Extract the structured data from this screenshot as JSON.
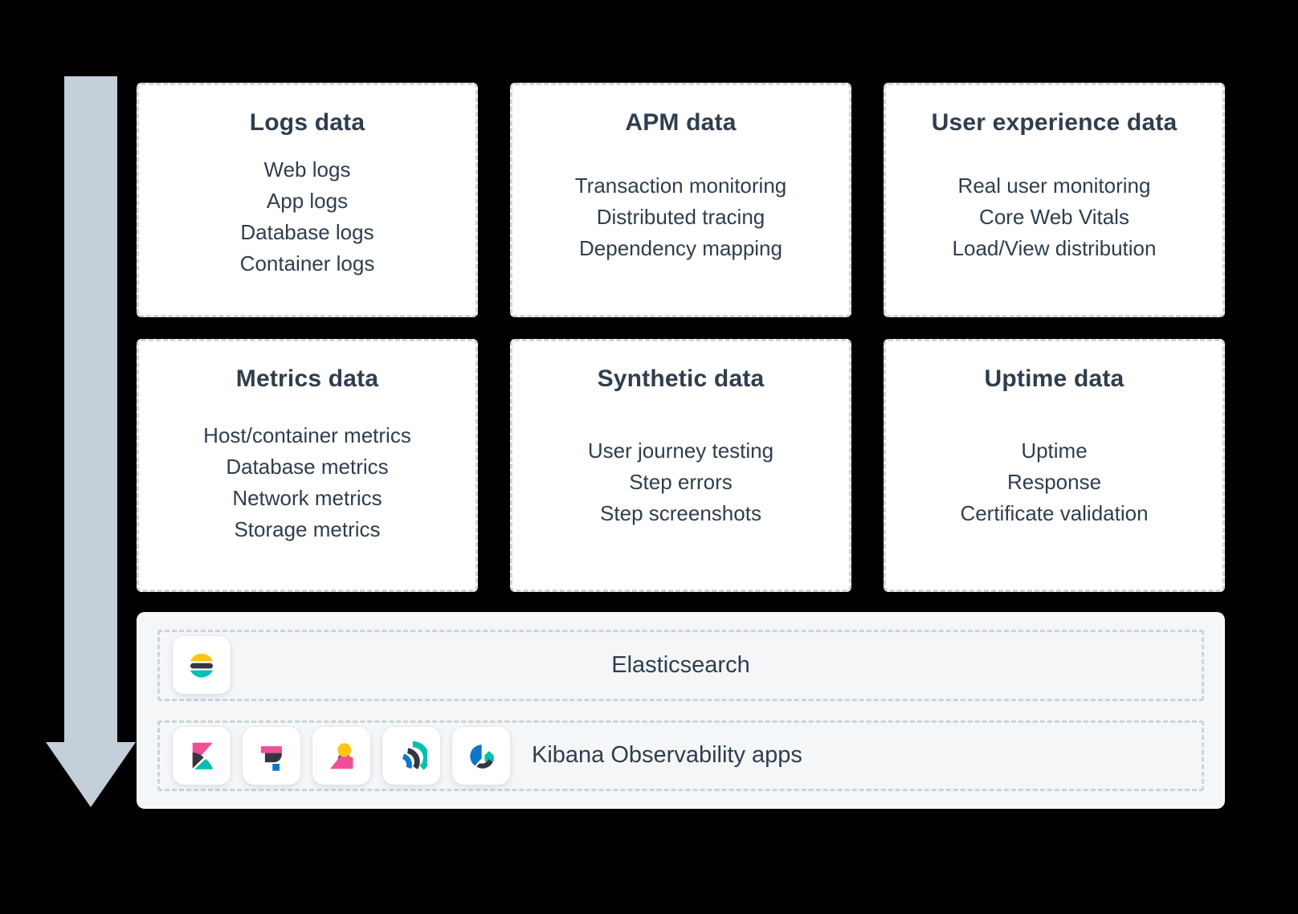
{
  "diagram": {
    "cards": [
      {
        "title": "Logs data",
        "items": [
          "Web logs",
          "App logs",
          "Database logs",
          "Container logs"
        ]
      },
      {
        "title": "APM data",
        "items": [
          "Transaction monitoring",
          "Distributed tracing",
          "Dependency mapping"
        ]
      },
      {
        "title": "User experience data",
        "items": [
          "Real user monitoring",
          "Core Web Vitals",
          "Load/View distribution"
        ]
      },
      {
        "title": "Metrics data",
        "items": [
          "Host/container metrics",
          "Database metrics",
          "Network metrics",
          "Storage metrics"
        ]
      },
      {
        "title": "Synthetic data",
        "items": [
          "User journey testing",
          "Step errors",
          "Step screenshots"
        ]
      },
      {
        "title": "Uptime data",
        "items": [
          "Uptime",
          "Response",
          "Certificate validation"
        ]
      }
    ],
    "stack": {
      "rows": [
        {
          "label": "Elasticsearch",
          "icons": [
            "elasticsearch-logo"
          ]
        },
        {
          "label": "Kibana Observability apps",
          "icons": [
            "kibana-logo",
            "logs-app-icon",
            "user-experience-app-icon",
            "uptime-app-icon",
            "metrics-app-icon"
          ]
        }
      ]
    },
    "arrow": "downward-flow-arrow"
  },
  "colors": {
    "pink": "#f04e98",
    "teal": "#00bfb3",
    "yellow": "#fec514",
    "darkshape": "#343741",
    "blue": "#0b78cc",
    "text": "#2e3e4e",
    "dash": "#ccd6de",
    "arrow": "#c4cfd9",
    "panelbg": "#f4f6f8",
    "cardbg": "#ffffff"
  }
}
